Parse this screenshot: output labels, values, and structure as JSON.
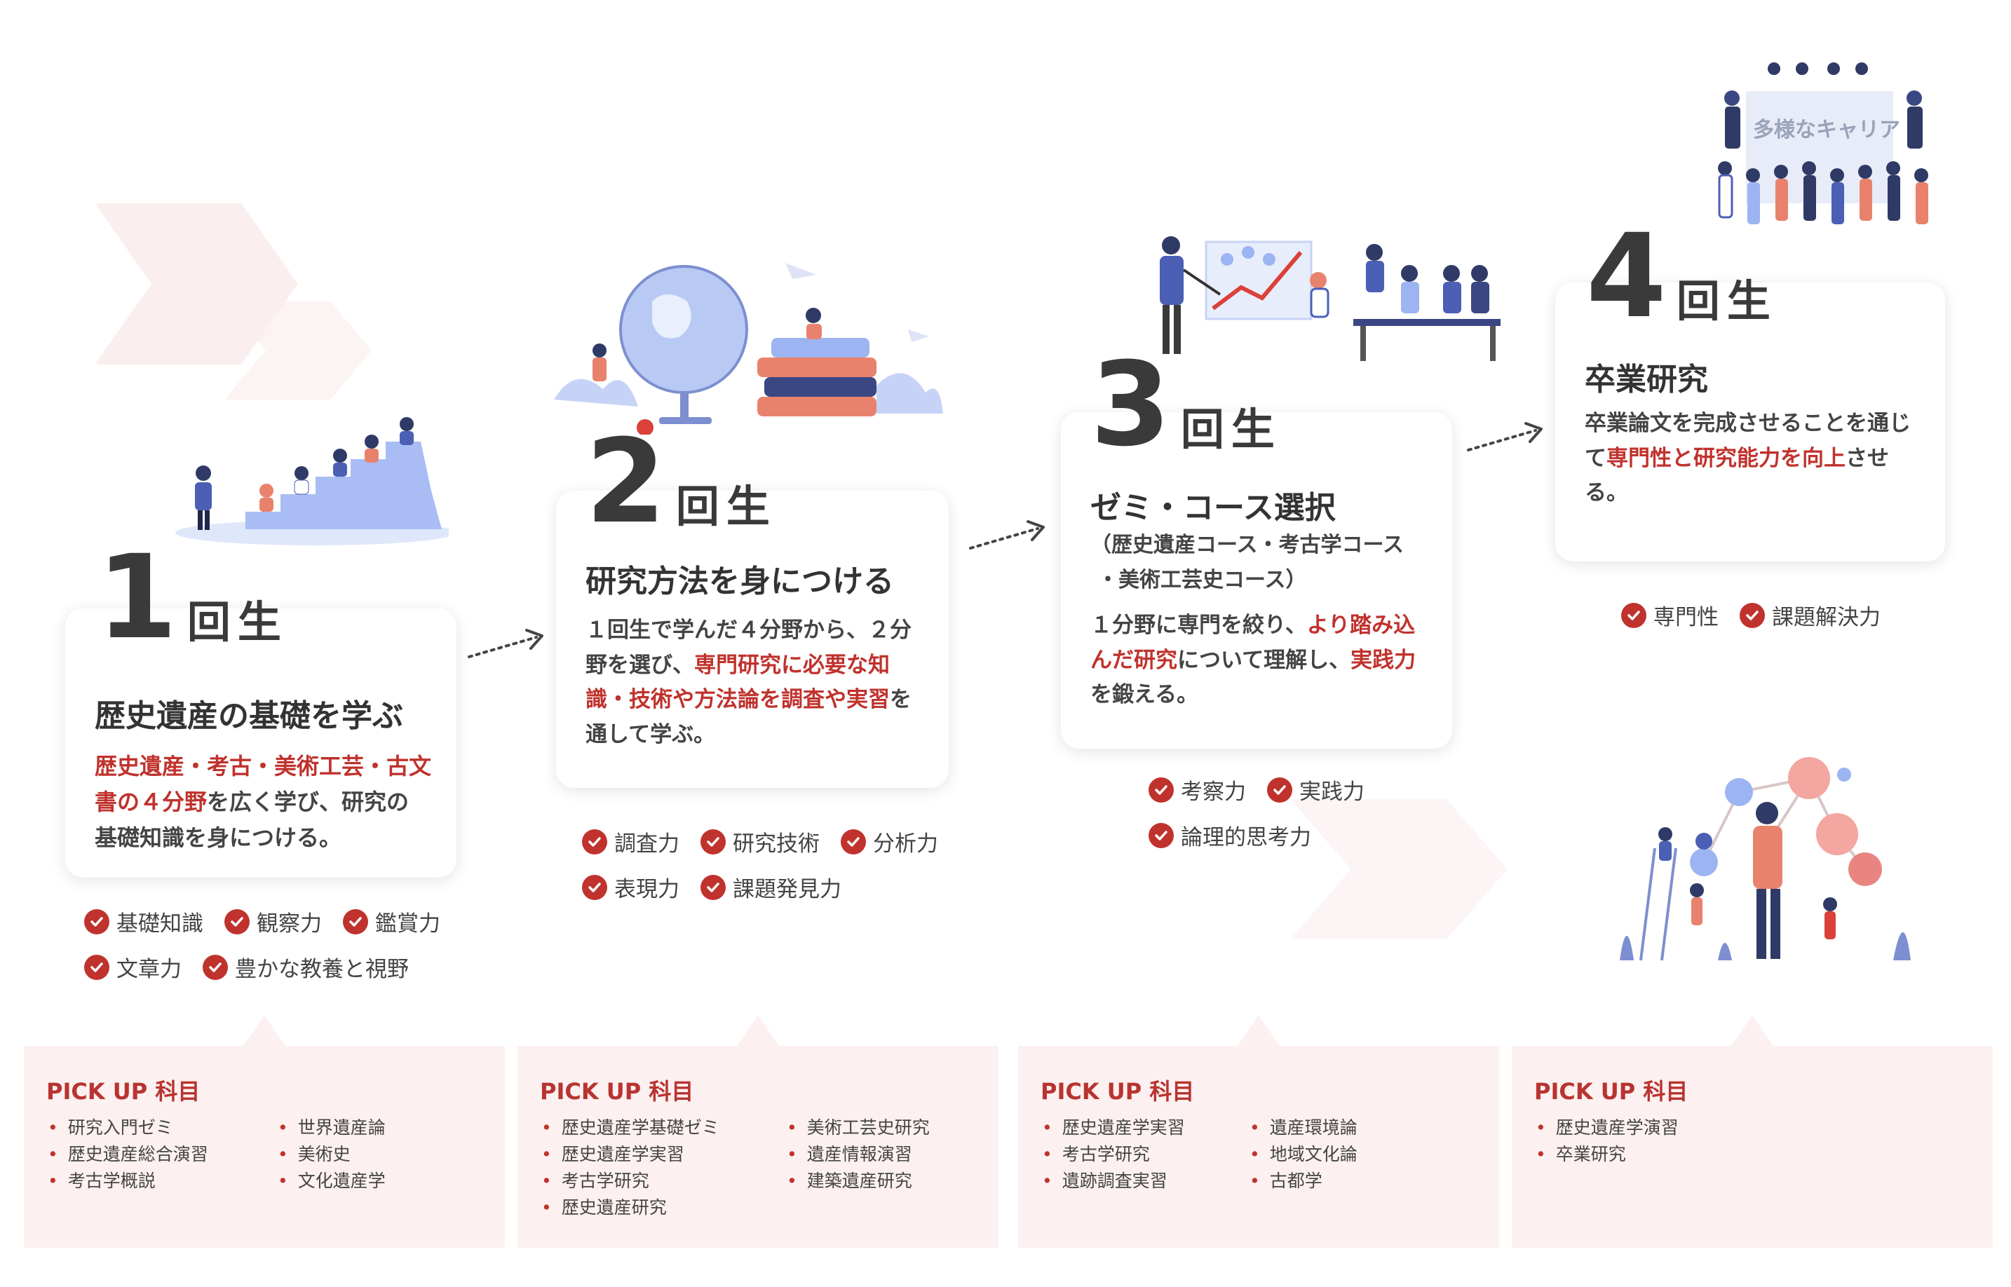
{
  "stages": [
    {
      "num": "1",
      "kai": "回生",
      "title": "歴史遺産の基礎を学ぶ",
      "body": [
        {
          "t": "歴史遺産・考古・美術工芸・古文書の４分野",
          "hl": true
        },
        {
          "t": "を広く学び、研究の基礎知識を身につける。",
          "hl": false
        }
      ],
      "skills": [
        "基礎知識",
        "観察力",
        "鑑賞力",
        "文章力",
        "豊かな教養と視野"
      ],
      "pickup": {
        "title": "PICK UP 科目",
        "col1": [
          "研究入門ゼミ",
          "歴史遺産総合演習",
          "考古学概説"
        ],
        "col2": [
          "世界遺産論",
          "美術史",
          "文化遺産学"
        ]
      }
    },
    {
      "num": "2",
      "kai": "回生",
      "title": "研究方法を身につける",
      "body": [
        {
          "t": "１回生で学んだ４分野から、２分野を選び、",
          "hl": false
        },
        {
          "t": "専門研究に必要な知識・技術や方法論を調査や実習",
          "hl": true
        },
        {
          "t": "を通して学ぶ。",
          "hl": false
        }
      ],
      "skills": [
        "調査力",
        "研究技術",
        "分析力",
        "表現力",
        "課題発見力"
      ],
      "pickup": {
        "title": "PICK UP 科目",
        "col1": [
          "歴史遺産学基礎ゼミ",
          "歴史遺産学実習",
          "考古学研究",
          "歴史遺産研究"
        ],
        "col2": [
          "美術工芸史研究",
          "遺産情報演習",
          "建築遺産研究"
        ]
      }
    },
    {
      "num": "3",
      "kai": "回生",
      "title": "ゼミ・コース選択",
      "subtitle1": "（歴史遺産コース・考古学コース",
      "subtitle2": "・美術工芸史コース）",
      "body": [
        {
          "t": "１分野に専門を絞り、",
          "hl": false
        },
        {
          "t": "より踏み込んだ研究",
          "hl": true
        },
        {
          "t": "について理解し、",
          "hl": false
        },
        {
          "t": "実践力",
          "hl": true
        },
        {
          "t": "を鍛える。",
          "hl": false
        }
      ],
      "skills": [
        "考察力",
        "実践力",
        "論理的思考力"
      ],
      "pickup": {
        "title": "PICK UP 科目",
        "col1": [
          "歴史遺産学実習",
          "考古学研究",
          "遺跡調査実習"
        ],
        "col2": [
          "遺産環境論",
          "地域文化論",
          "古都学"
        ]
      }
    },
    {
      "num": "4",
      "kai": "回生",
      "title": "卒業研究",
      "body": [
        {
          "t": "卒業論文を完成させることを通じて",
          "hl": false
        },
        {
          "t": "専門性と研究能力を向上",
          "hl": true
        },
        {
          "t": "させる。",
          "hl": false
        }
      ],
      "skills": [
        "専門性",
        "課題解決力"
      ],
      "pickup": {
        "title": "PICK UP 科目",
        "col1": [
          "歴史遺産学演習",
          "卒業研究"
        ],
        "col2": []
      }
    }
  ],
  "career_label": "多様なキャリア",
  "colors": {
    "accent": "#c0322d",
    "pink": "#fdf0f0",
    "blue": "#9db4f2",
    "text": "#3a3a3a"
  },
  "icons": [
    "check-icon",
    "dotted-arrow-icon"
  ]
}
